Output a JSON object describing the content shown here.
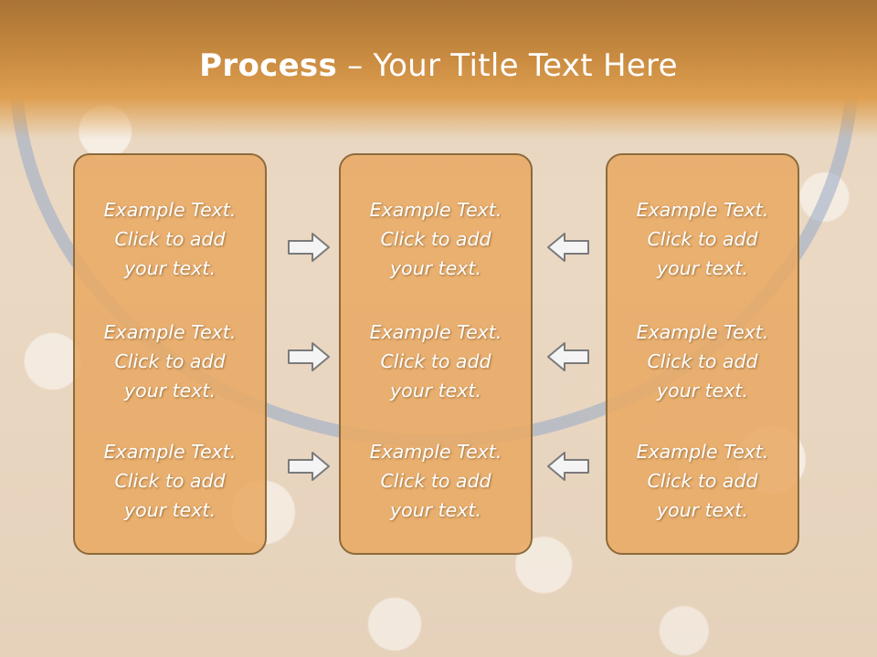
{
  "slide": {
    "title_bold": "Process",
    "title_rest": " – Your Title Text Here"
  },
  "columns": [
    {
      "items": [
        {
          "line1": "Example Text.",
          "line2": "Click  to add",
          "line3": "your text."
        },
        {
          "line1": "Example Text.",
          "line2": "Click  to add",
          "line3": "your text."
        },
        {
          "line1": "Example Text.",
          "line2": "Click  to add",
          "line3": "your text."
        }
      ]
    },
    {
      "items": [
        {
          "line1": "Example Text.",
          "line2": "Click  to add",
          "line3": "your text."
        },
        {
          "line1": "Example Text.",
          "line2": "Click  to add",
          "line3": "your text."
        },
        {
          "line1": "Example Text.",
          "line2": "Click  to add",
          "line3": "your text."
        }
      ]
    },
    {
      "items": [
        {
          "line1": "Example Text.",
          "line2": "Click  to add",
          "line3": "your text."
        },
        {
          "line1": "Example Text.",
          "line2": "Click  to add",
          "line3": "your text."
        },
        {
          "line1": "Example Text.",
          "line2": "Click  to add",
          "line3": "your text."
        }
      ]
    }
  ],
  "arrows": {
    "left_group": "right-arrow-icon",
    "right_group": "left-arrow-icon"
  },
  "colors": {
    "header": "#c88a40",
    "box_fill": "#e8aa64",
    "box_border": "#8d6a3b",
    "text": "#ffffff"
  }
}
